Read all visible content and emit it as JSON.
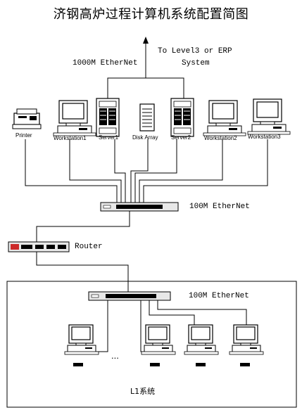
{
  "title": "济钢高炉过程计算机系统配置简图",
  "top_labels": {
    "ethernet_1000m": "1000M EtherNet",
    "to_level3_line1": "To Level3 or ERP",
    "to_level3_line2": "System"
  },
  "devices": {
    "printer": "Printer",
    "workstation1": "Workstation1",
    "server1": "Server1",
    "disk_array": "Disk Array",
    "server2": "Server2",
    "workstation2": "Workstation2",
    "workstation3": "Workstation3",
    "router": "Router",
    "l1_pc_labels": [
      "",
      "",
      "",
      ""
    ]
  },
  "network_labels": {
    "switch_main": "100M EtherNet",
    "switch_l1": "100M EtherNet",
    "ellipsis": "..."
  },
  "l1_box_label": "L1系统",
  "colors": {
    "line": "#000000",
    "background": "#ffffff",
    "switch_fill": "#e8e8e8",
    "router_mark": "#cc2a2a"
  },
  "icons": [
    "printer-icon",
    "workstation-icon",
    "server-tower-icon",
    "disk-array-icon",
    "switch-icon",
    "router-icon",
    "pc-icon",
    "arrow-up-icon"
  ]
}
